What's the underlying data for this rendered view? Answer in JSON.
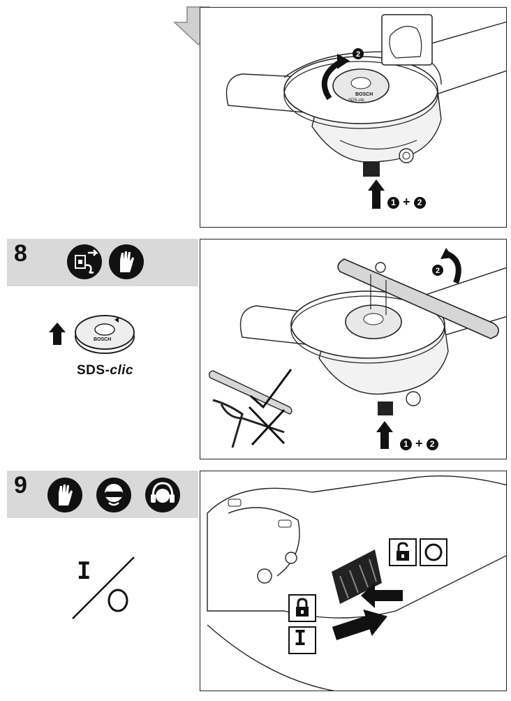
{
  "steps": {
    "s8": {
      "number": "8"
    },
    "s9": {
      "number": "9"
    }
  },
  "sds_label": {
    "prefix": "SDS-",
    "suffix": "clic"
  },
  "sequence": {
    "first": "1",
    "plus": "+",
    "second": "2"
  },
  "callouts": {
    "one": "1",
    "two": "2"
  },
  "nut_brand": "BOSCH",
  "nut_model": "SDS-clic",
  "switch": {
    "on_symbol": "I",
    "off_symbol": "O"
  },
  "icons": [
    "arrow-down-icon",
    "unplug-icon",
    "gloves-icon",
    "goggles-icon",
    "ear-protection-icon",
    "lock-icon",
    "unlock-icon",
    "check-icon",
    "cross-icon"
  ],
  "colors": {
    "band": "#d9d9d9",
    "line": "#222222"
  }
}
